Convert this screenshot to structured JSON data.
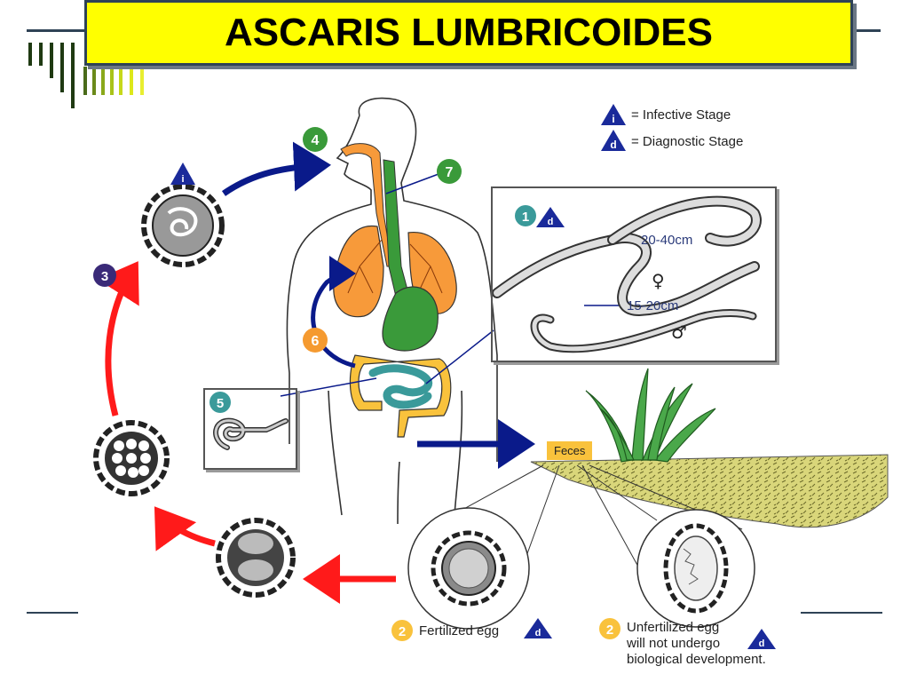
{
  "title": "ASCARIS LUMBRICOIDES",
  "legend": {
    "infective": {
      "badge": "i",
      "text": "= Infective Stage"
    },
    "diagnostic": {
      "badge": "d",
      "text": "= Diagnostic Stage"
    }
  },
  "steps": {
    "s1": "1",
    "s2a": "2",
    "s2b": "2",
    "s3": "3",
    "s4": "4",
    "s5": "5",
    "s6": "6",
    "s7": "7"
  },
  "badges": {
    "i": "i",
    "d": "d"
  },
  "worm_sizes": {
    "female": "20-40cm",
    "male": "15-20cm"
  },
  "symbols": {
    "female": "♀",
    "male": "♂"
  },
  "feces_label": "Feces",
  "captions": {
    "fertilized": "Fertilized egg",
    "unfertilized_l1": "Unfertilized egg",
    "unfertilized_l2": "will not undergo",
    "unfertilized_l3": "biological development."
  },
  "colors": {
    "title_bg": "#ffff00",
    "frame": "#2f4356",
    "blue_arrow": "#0a1a8a",
    "red_arrow": "#ff1a1a",
    "step_green": "#3a9a3a",
    "step_purple": "#3a2a78",
    "step_teal": "#3a9a9a",
    "step_orange": "#f59a30",
    "lung_orange": "#f79a3a",
    "intestine_yellow": "#f9c23c",
    "stomach_green": "#3a9a3a"
  }
}
